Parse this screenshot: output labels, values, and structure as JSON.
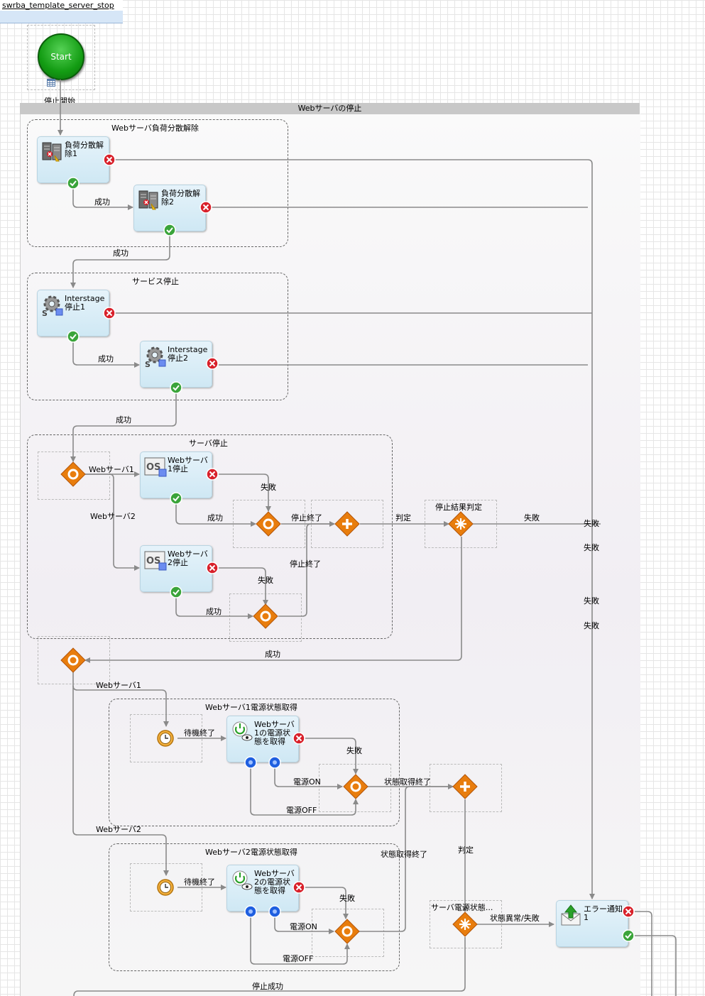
{
  "tab": {
    "title": "swrba_template_server_stop"
  },
  "start": {
    "label": "Start"
  },
  "pool": {
    "title": "Webサーバの停止"
  },
  "groups": {
    "lb": "Webサーバ負荷分散解除",
    "svc": "サービス停止",
    "srv": "サーバ停止",
    "pw1": "Webサーバ1電源状態取得",
    "pw2": "Webサーバ2電源状態取得"
  },
  "tasks": {
    "lb1": "負荷分散解除1",
    "lb2": "負荷分散解除2",
    "is1": "Interstage停止1",
    "is2": "Interstage停止2",
    "os1": "Webサーバ1停止",
    "os2": "Webサーバ2停止",
    "pw1": "Webサーバ1の電源状態を取得",
    "pw2": "Webサーバ2の電源状態を取得",
    "err": "エラー通知1"
  },
  "icon_text": {
    "os": "OS",
    "s": "S"
  },
  "labels": {
    "stop_start": "停止開始",
    "success": "成功",
    "fail": "失敗",
    "web1": "Webサーバ1",
    "web2": "Webサーバ2",
    "stop_end": "停止終了",
    "judge": "判定",
    "stop_result": "停止結果判定",
    "wait_end": "待機終了",
    "power_on": "電源ON",
    "power_off": "電源OFF",
    "state_end": "状態取得終了",
    "power_state": "サーバ電源状態...",
    "state_fail": "状態異常/失敗",
    "stop_success": "停止成功"
  },
  "colors": {
    "gateway": "#e87d0d",
    "error": "#d8202a",
    "ok": "#3aa43a",
    "start": "#139c13",
    "wire": "#8a8a8a"
  }
}
